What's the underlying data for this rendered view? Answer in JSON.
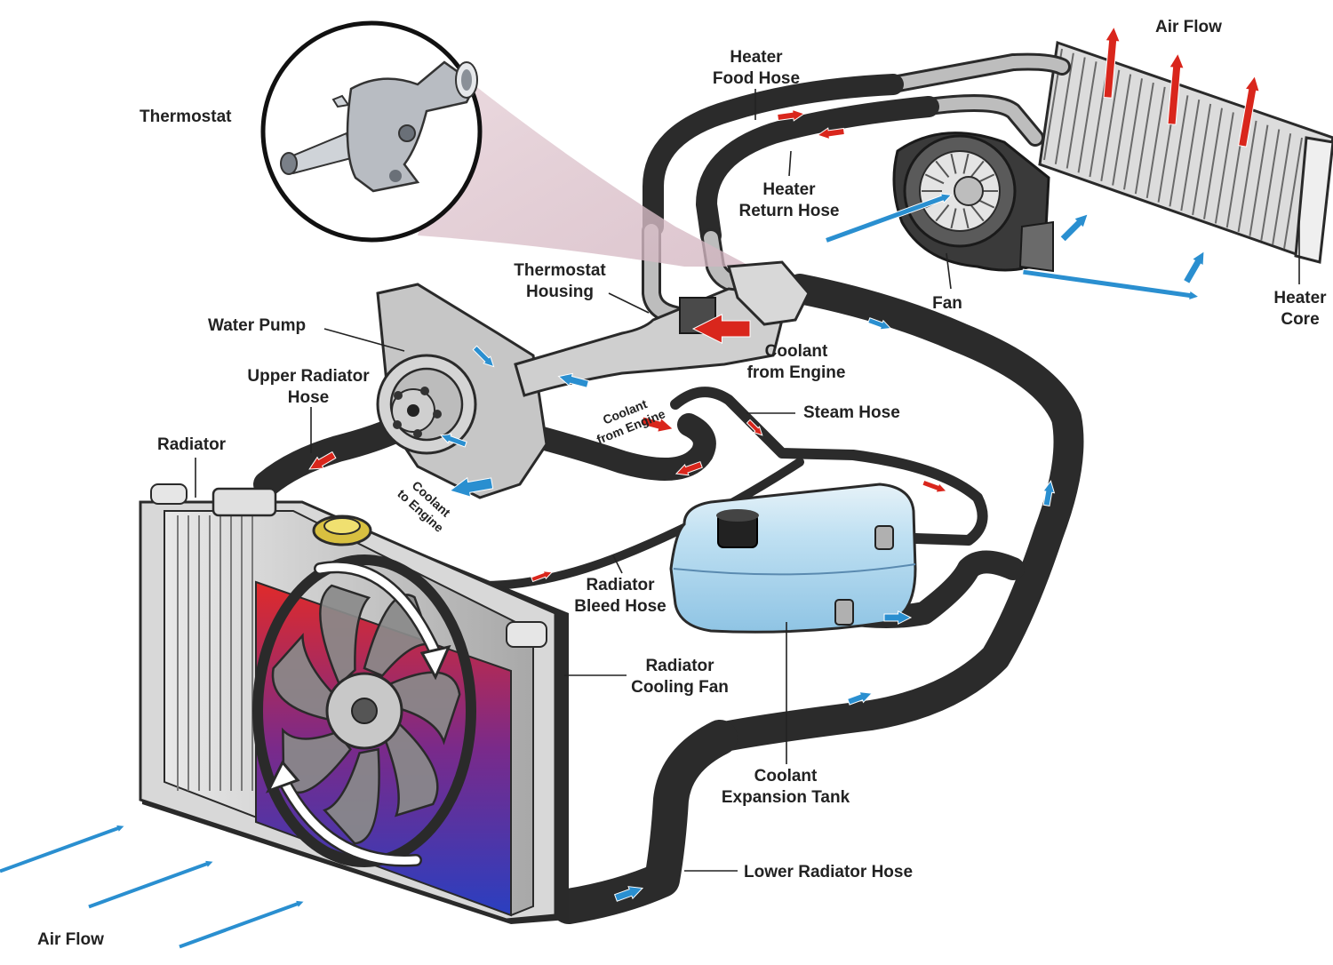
{
  "colors": {
    "hot_flow": "#d9261c",
    "cool_flow": "#2a8fd0",
    "hose": "#2b2b2b",
    "metal": "#c8c8c8",
    "tank": "#a9d4ec",
    "fan_pink": "#d9c3cc"
  },
  "labels": {
    "air_flow_top": "Air Flow",
    "heater_food_hose_1": "Heater",
    "heater_food_hose_2": "Food Hose",
    "thermostat": "Thermostat",
    "heater_return_1": "Heater",
    "heater_return_2": "Return Hose",
    "thermostat_housing_1": "Thermostat",
    "thermostat_housing_2": "Housing",
    "fan": "Fan",
    "heater_core_1": "Heater",
    "heater_core_2": "Core",
    "water_pump": "Water Pump",
    "coolant_from_engine_1": "Coolant",
    "coolant_from_engine_2": "from Engine",
    "upper_radiator_1": "Upper Radiator",
    "upper_radiator_2": "Hose",
    "small_coolant_from_engine_1": "Coolant",
    "small_coolant_from_engine_2": "from Engine",
    "steam_hose": "Steam Hose",
    "radiator": "Radiator",
    "coolant_to_engine_1": "Coolant",
    "coolant_to_engine_2": "to Engine",
    "radiator_bleed_1": "Radiator",
    "radiator_bleed_2": "Bleed Hose",
    "radiator_cooling_fan_1": "Radiator",
    "radiator_cooling_fan_2": "Cooling Fan",
    "coolant_expansion_1": "Coolant",
    "coolant_expansion_2": "Expansion Tank",
    "lower_radiator_hose": "Lower Radiator Hose",
    "air_flow_bottom": "Air Flow"
  }
}
